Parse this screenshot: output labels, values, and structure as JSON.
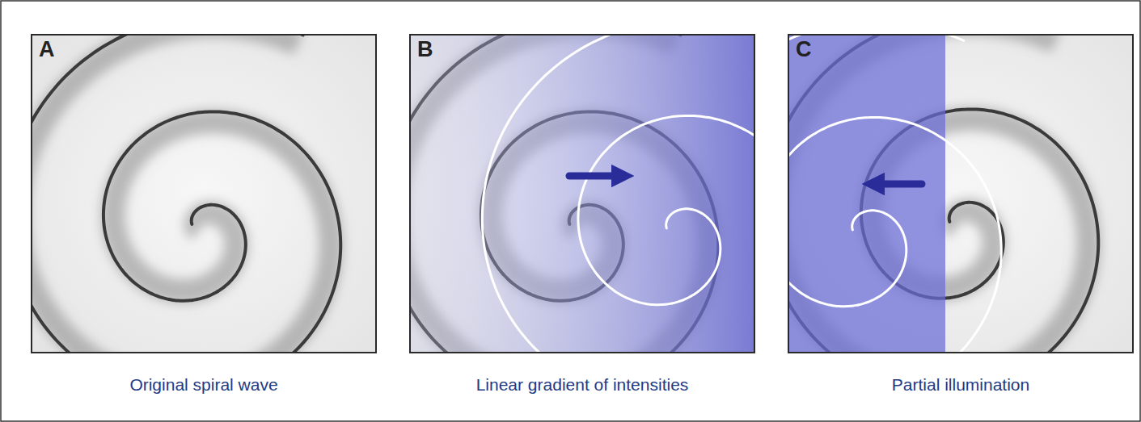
{
  "diagram": {
    "nodes": [
      {
        "text": [
          "A",
          "Original spiral wave"
        ]
      },
      {
        "text": [
          "B",
          "Linear gradient of intensities"
        ]
      },
      {
        "text": [
          "C",
          "Partial illumination"
        ]
      }
    ]
  }
}
